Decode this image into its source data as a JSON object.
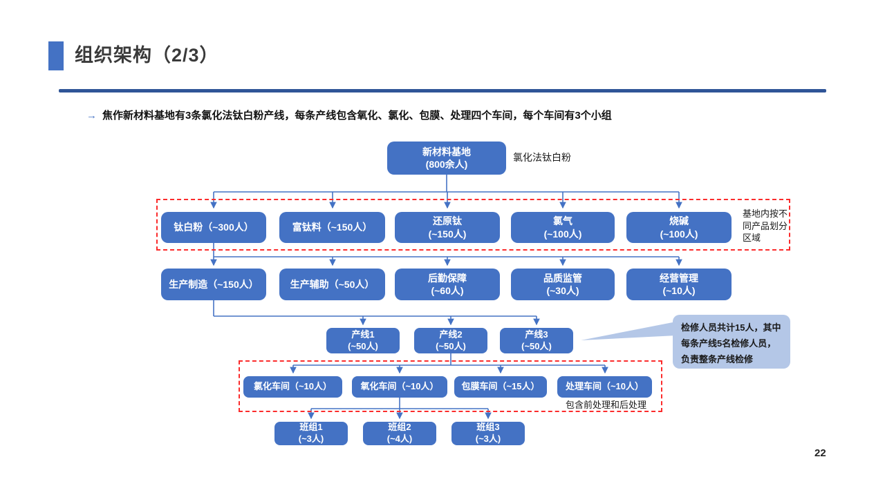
{
  "slide": {
    "title": "组织架构（2/3）",
    "page_number": "22",
    "bullet": {
      "marker": "→",
      "text": "焦作新材料基地有3条氯化法钛白粉产线，每条产线包含氧化、氯化、包膜、处理四个车间，每个车间有3个小组"
    }
  },
  "colors": {
    "box_blue": "#4472C4",
    "divider_blue": "#2F5597",
    "callout_blue": "#B4C7E7",
    "dashed_red": "#FB2B2B"
  },
  "org": {
    "root": {
      "lines": [
        "新材料基地",
        "(800余人)"
      ],
      "side_label": "氯化法钛白粉"
    },
    "level2": {
      "region_note": "基地内按不同产品划分区域",
      "boxes": [
        {
          "lines": [
            "钛白粉（~300人）"
          ]
        },
        {
          "lines": [
            "富钛料（~150人）"
          ]
        },
        {
          "lines": [
            "还原钛",
            "(~150人)"
          ]
        },
        {
          "lines": [
            "氯气",
            "(~100人)"
          ]
        },
        {
          "lines": [
            "烧碱",
            "(~100人)"
          ]
        }
      ]
    },
    "level3": {
      "boxes": [
        {
          "lines": [
            "生产制造（~150人）"
          ]
        },
        {
          "lines": [
            "生产辅助（~50人）"
          ]
        },
        {
          "lines": [
            "后勤保障",
            "(~60人)"
          ]
        },
        {
          "lines": [
            "品质监管",
            "(~30人)"
          ]
        },
        {
          "lines": [
            "经营管理",
            "(~10人)"
          ]
        }
      ]
    },
    "level4": {
      "callout": "检修人员共计15人，其中每条产线5名检修人员，负责整条产线检修",
      "boxes": [
        {
          "lines": [
            "产线1",
            "(~50人)"
          ]
        },
        {
          "lines": [
            "产线2",
            "(~50人)"
          ]
        },
        {
          "lines": [
            "产线3",
            "(~50人)"
          ]
        }
      ]
    },
    "level5": {
      "region_note": "包含前处理和后处理",
      "boxes": [
        {
          "lines": [
            "氯化车间（~10人）"
          ]
        },
        {
          "lines": [
            "氧化车间（~10人）"
          ]
        },
        {
          "lines": [
            "包膜车间（~15人）"
          ]
        },
        {
          "lines": [
            "处理车间（~10人）"
          ]
        }
      ]
    },
    "level6": {
      "boxes": [
        {
          "lines": [
            "班组1",
            "(~3人)"
          ]
        },
        {
          "lines": [
            "班组2",
            "(~4人)"
          ]
        },
        {
          "lines": [
            "班组3",
            "(~3人)"
          ]
        }
      ]
    }
  }
}
